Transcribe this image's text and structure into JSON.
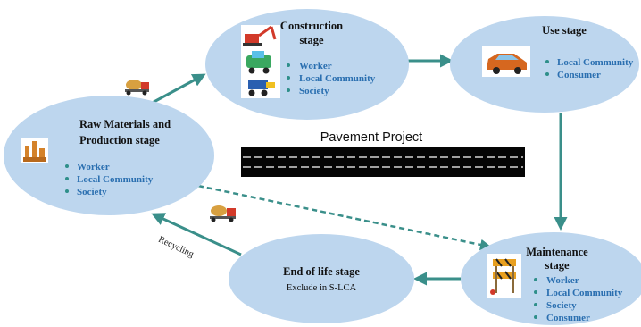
{
  "colors": {
    "bubble": "#bdd6ee",
    "arrow": "#3a8f8a",
    "bullet": "#2e8f8a",
    "bullet_text": "#2a6fb0",
    "road": "#050505"
  },
  "stages": {
    "raw": {
      "title_lines": [
        "Raw Materials  and",
        "Production stage"
      ],
      "items": [
        "Worker",
        "Local Community",
        "Society"
      ],
      "icon": "factory-icon"
    },
    "construction": {
      "title_lines": [
        "Construction",
        "stage"
      ],
      "items": [
        "Worker",
        "Local Community",
        "Society"
      ],
      "icon": "construction-vehicles-icon"
    },
    "use": {
      "title_lines": [
        "Use stage"
      ],
      "items": [
        "Local Community",
        "Consumer"
      ],
      "icon": "car-icon"
    },
    "maintenance": {
      "title_lines": [
        "Maintenance",
        "stage"
      ],
      "items": [
        "Worker",
        "Local Community",
        "Society",
        "Consumer"
      ],
      "icon": "road-barrier-icon"
    },
    "end_of_life": {
      "title_lines": [
        "End of life stage"
      ],
      "note": "Exclude in S-LCA"
    }
  },
  "center": {
    "title": "Pavement Project",
    "icon": "road-icon"
  },
  "recycling_label": "Recycling",
  "truck_icons": [
    "mixer-truck-icon",
    "mixer-truck-icon"
  ]
}
